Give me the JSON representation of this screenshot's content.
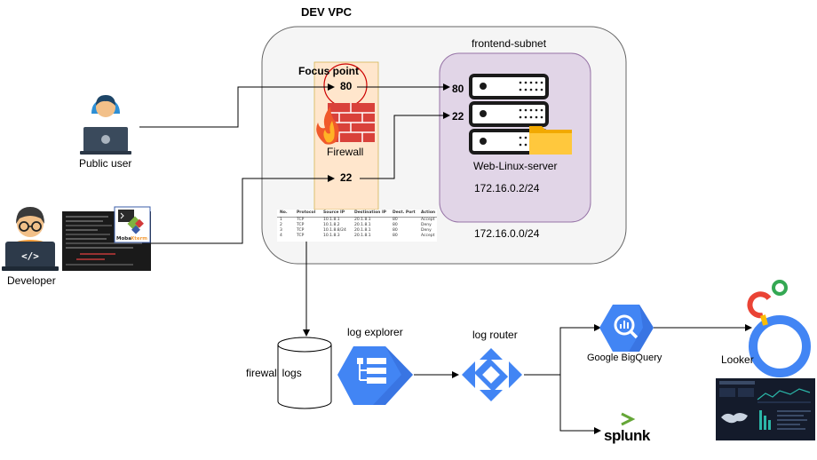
{
  "vpc": {
    "title": "DEV VPC"
  },
  "subnet": {
    "title": "frontend-subnet",
    "cidr": "172.16.0.0/24"
  },
  "server": {
    "name": "Web-Linux-server",
    "ip": "172.16.0.2/24"
  },
  "firewall": {
    "focus_label": "Focus point",
    "label": "Firewall",
    "port_80": "80",
    "port_22": "22"
  },
  "server_ports": {
    "port_80": "80",
    "port_22": "22"
  },
  "actors": {
    "public_user": "Public user",
    "developer": "Developer"
  },
  "mobaxterm": {
    "name": "MobaXterm"
  },
  "pipeline": {
    "firewall_logs": "firewall logs",
    "log_explorer": "log explorer",
    "log_router": "log router",
    "bigquery": "Google BigQuery",
    "splunk": "splunk",
    "looker": "Looker"
  },
  "fw_table": {
    "headers": [
      "No.",
      "Protocol",
      "Source IP",
      "Destination IP",
      "Dest. Port",
      "Action"
    ],
    "rows": [
      [
        "1",
        "TCP",
        "10.1.8.1",
        "20.1.8.1",
        "80",
        "Accept"
      ],
      [
        "2",
        "TCP",
        "10.1.8.2",
        "20.1.8.1",
        "80",
        "Deny"
      ],
      [
        "3",
        "TCP",
        "10.1.8.8/24",
        "20.1.8.1",
        "80",
        "Deny"
      ],
      [
        "4",
        "TCP",
        "10.1.8.3",
        "20.1.8.1",
        "80",
        "Accept"
      ]
    ]
  },
  "colors": {
    "vpc_fill": "#f5f5f5",
    "subnet_fill": "#e1d5e7",
    "subnet_stroke": "#9673a6",
    "firewall_zone": "#ffe6cc",
    "gcp_blue": "#4285f4",
    "looker_blue": "#4285f4"
  }
}
